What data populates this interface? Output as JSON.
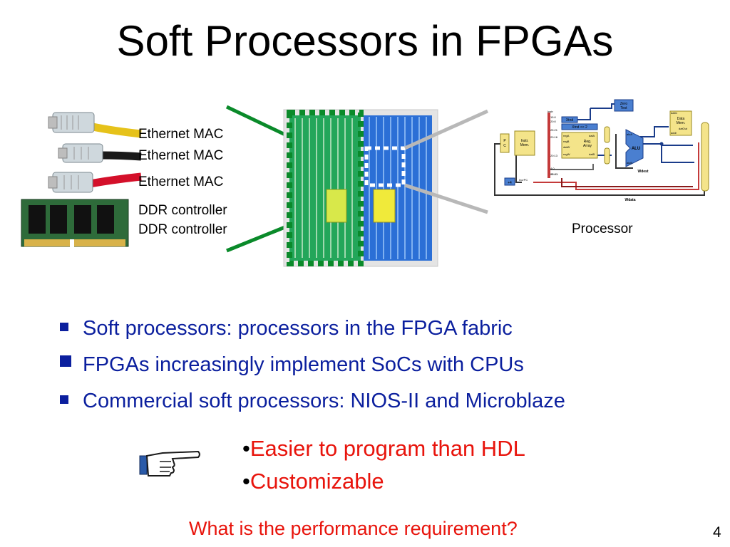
{
  "slide": {
    "title": "Soft Processors in FPGAs",
    "peripherals": [
      "Ethernet MAC",
      "Ethernet MAC",
      "Ethernet MAC",
      "DDR controller",
      "DDR controller"
    ],
    "processor_label": "Processor",
    "bullets": [
      "Soft processors: processors in the FPGA fabric",
      "FPGAs increasingly implement SoCs with CPUs",
      "Commercial soft processors: NIOS-II and Microblaze"
    ],
    "sub_bullet_marker": "•",
    "sub_bullets": [
      "Easier to program than HDL",
      "Customizable"
    ],
    "question": "What is the performance requirement?",
    "page_number": "4"
  },
  "datapath": {
    "labels": {
      "zero_test": [
        "Zero",
        "Test"
      ],
      "data_mem": [
        "Data",
        "Mem."
      ],
      "instr_mem": [
        "Instr.",
        "Mem."
      ],
      "reg_array": [
        "Reg.",
        "Array"
      ],
      "alu": "ALU",
      "pc": [
        "P",
        "C"
      ],
      "plus4": "+4",
      "incr_pc": "IncrPC",
      "xtnd": "Xtnd",
      "xtnd_shift": "Xtnd << 2",
      "wdest": "Wdest",
      "wdata": "Wdata",
      "instr": "Instr",
      "f15_0": "15:0",
      "f20_0": "20:0",
      "f25_21": "25:21",
      "f20_16": "20:16",
      "f20_13": "20:13",
      "f4_0": "4:0",
      "f25_21b": "25:21",
      "reg_a": "regA",
      "reg_b": "regB",
      "dat_w": "datW",
      "reg_w": "regW",
      "dat_a": "datA",
      "dat_b": "datB",
      "alu_a": "aluA",
      "alu_b": "aluB",
      "dat_in": "datIn",
      "dat_out": "datOut",
      "addr": "addr"
    }
  },
  "colors": {
    "bullet_blue": "#0b1f9e",
    "accent_red": "#e8140c",
    "fpga_green": "#0a8a2a",
    "fpga_blue": "#2b6fd6"
  },
  "icons": {
    "cables": "ethernet-cable-icon",
    "memory": "memory-module-icon",
    "hand": "pointing-hand-icon"
  }
}
